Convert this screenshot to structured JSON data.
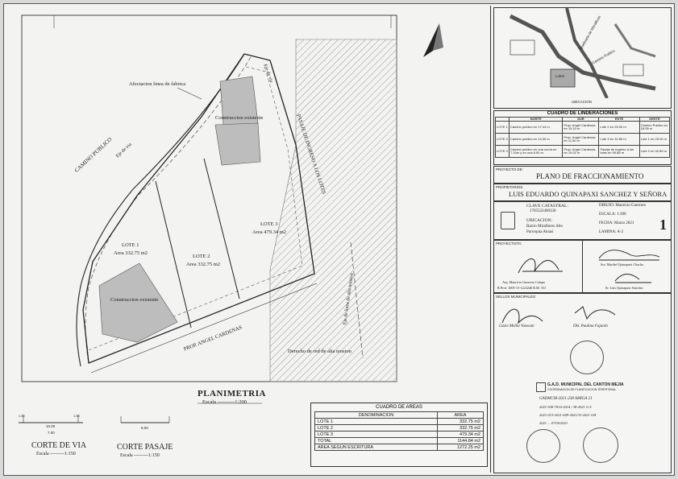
{
  "plan": {
    "lot1": {
      "name": "LOTE 1",
      "area": "Area 332.75 m2"
    },
    "lot2": {
      "name": "LOTE 2",
      "area": "Area 332.75 m2"
    },
    "lot3": {
      "name": "LOTE 3",
      "area": "Area 479.34 m2"
    },
    "construccion1": "Construccion existente",
    "construccion2": "Construccion existente",
    "afectacion": "Afectacion linea de fabrica",
    "camino": "CAMINO PUBLICO",
    "eje_via1": "Eje de via",
    "eje_via2": "Eje de via",
    "pasaje": "PASAJE DE INGRESO A LOS LOTES",
    "prop": "PROP. ANGEL CARDENAS",
    "derecho": "Derecho de red de alta tension",
    "linea_alta": "Eje de linea de alta tension",
    "title": "PLANIMETRIA",
    "escala": "Escala ----------1:200",
    "corte_via": "CORTE DE VIA",
    "corte_via_escala": "Escala ---------1:150",
    "corte_pasaje": "CORTE PASAJE",
    "corte_pasaje_escala": "Escala ---------1:150",
    "dim_10": "10.00",
    "dim_7": "7.00",
    "dim_6": "6.00",
    "dim_150a": "1.50",
    "dim_150b": "1.50"
  },
  "areas": {
    "title": "CUADRO DE AREAS",
    "col1": "DENOMINACION",
    "col2": "AREA",
    "rows": [
      {
        "name": "LOTE 1",
        "area": "332.75 m2"
      },
      {
        "name": "LOTE 2",
        "area": "332.75 m2"
      },
      {
        "name": "LOTE 3",
        "area": "479.34 m2"
      },
      {
        "name": "TOTAL",
        "area": "1144.84 m2"
      },
      {
        "name": "AREA SEGUN ESCRITURA",
        "area": "1272.25 m2"
      }
    ]
  },
  "titleblock": {
    "ubicacion": "UBICACION",
    "map_label1": "Camino Publico",
    "map_label2": "Quebrada de Morallicos",
    "map_label3": "Lotes",
    "lind_title": "CUADRO DE LINDERACIONES",
    "lind_headers": [
      "",
      "NORTE",
      "SUR",
      "ESTE",
      "OESTE"
    ],
    "lind_rows": [
      [
        "LOTE 1",
        "Camino publico en 17.44 m",
        "Prop. Angel Cardenas en 19.10 m",
        "Lote 2 en 25.00 m",
        "Camino Publico en 18.55 m"
      ],
      [
        "LOTE 2",
        "Camino publico en 14.30 m",
        "Prop. Angel Cardenas en 11.50 m",
        "Lote 3 en 32.89 m",
        "Lote 1 en 25.00 m"
      ],
      [
        "LOTE 3",
        "Camino publico en una curva en 7.15m y en una 8.50 m",
        "Prop. Angel Cardenas en 19.02 m",
        "Pasaje de ingreso a los lotes en 59.88 m",
        "Lote 2 en 32.89 m"
      ]
    ],
    "proyecto_label": "PROYECTO DE:",
    "proyecto": "PLANO DE FRACCIONAMIENTO",
    "propietarios_label": "PROPIETARIOS",
    "propietarios": "LUIS EDUARDO QUINAPAXI SANCHEZ Y SEÑORA",
    "clave_label": "CLAVE CATASTRAL:",
    "clave": "1705522400330",
    "ubic_label": "UBICACION:",
    "barrio": "Barrio Miraflores Alto",
    "parroquia": "Parroquia Aloasi",
    "dibujo": "DIBUJO: Mauricio Guerrero",
    "escala": "ESCALA: 1:300",
    "fecha": "FECHA: Marzo 2021",
    "lamina": "LAMINA: A-2",
    "lamina_num": "1",
    "proyectista_label": "PROYECTISTA:",
    "arq": "Arq. Mauricio Guerrero Calapa",
    "arq_reg": "R.Prof. 1005-15-1224246 R.M. 551",
    "sra": "Sra. Maribel Quinapaxi Chacha",
    "sr": "Sr. Luis Quinapaxi Sanchez",
    "sellos": "SELLOS MUNICIPALES:",
    "firma_a": "Lizzie Melba Vaswani",
    "firma_b": "Dkt. Paulina Fajardo",
    "gad": "G.A.D. MUNICIPAL DEL CANTON MEJIA",
    "gad_sub": "COORDINACION DE PLANIFICACION TERRITORIAL",
    "gad_note1": "GADMCM-2021-238 AMIGA 21",
    "gad_note2": "2021-038-7814-2014 / 38-2021 G.S",
    "gad_note3": "2021-013-2021-049-2021/33-2021 GH",
    "gad_note4": "2021 ... 07/05/2021"
  },
  "colors": {
    "paper": "#f3f3f1",
    "line": "#333333",
    "hatch": "#9a9a9a",
    "building": "#bdbdbd"
  }
}
